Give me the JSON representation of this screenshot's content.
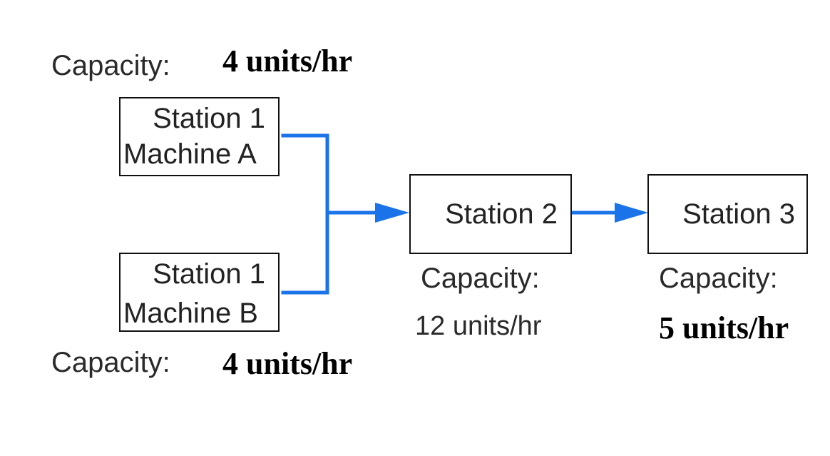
{
  "station1a": {
    "line1": "Station 1",
    "line2": "Machine A",
    "capacity_label": "Capacity:",
    "capacity_value": "4 units/hr"
  },
  "station1b": {
    "line1": "Station 1",
    "line2": "Machine B",
    "capacity_label": "Capacity:",
    "capacity_value": "4 units/hr"
  },
  "station2": {
    "label": "Station 2",
    "capacity_label": "Capacity:",
    "capacity_value": "12 units/hr"
  },
  "station3": {
    "label": "Station 3",
    "capacity_label": "Capacity:",
    "capacity_value": "5 units/hr"
  },
  "colors": {
    "flow_line": "#1a73e8",
    "box_border": "#111111"
  }
}
